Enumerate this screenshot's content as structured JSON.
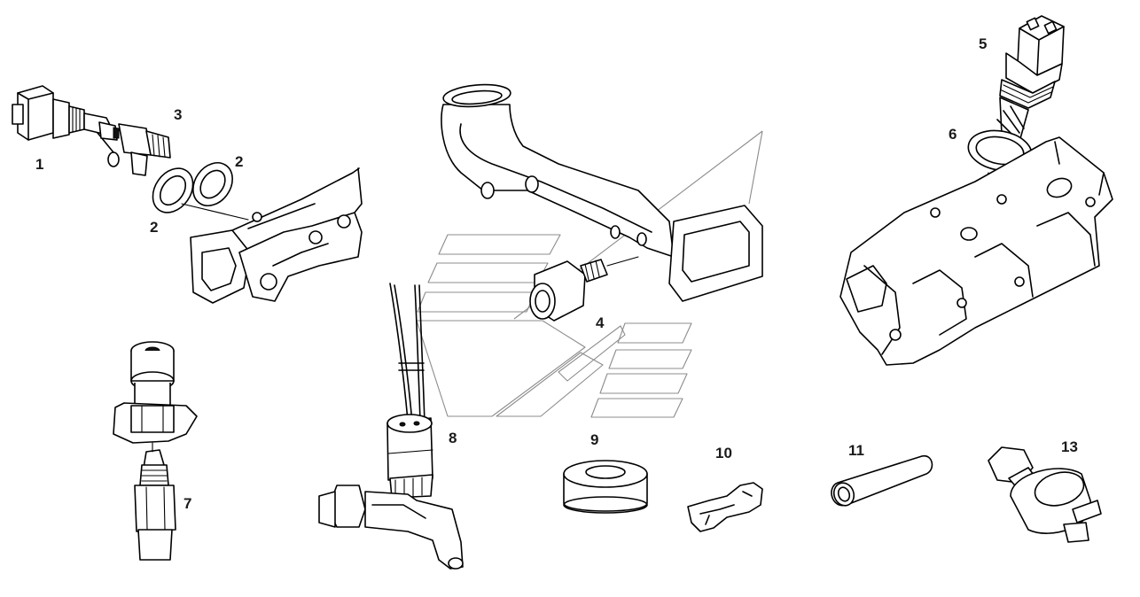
{
  "labels": {
    "l1": "1",
    "l2a": "2",
    "l2b": "2",
    "l3": "3",
    "l4": "4",
    "l5": "5",
    "l6": "6",
    "l7": "7",
    "l8": "8",
    "l9": "9",
    "l10": "10",
    "l11": "11",
    "l13": "13"
  }
}
